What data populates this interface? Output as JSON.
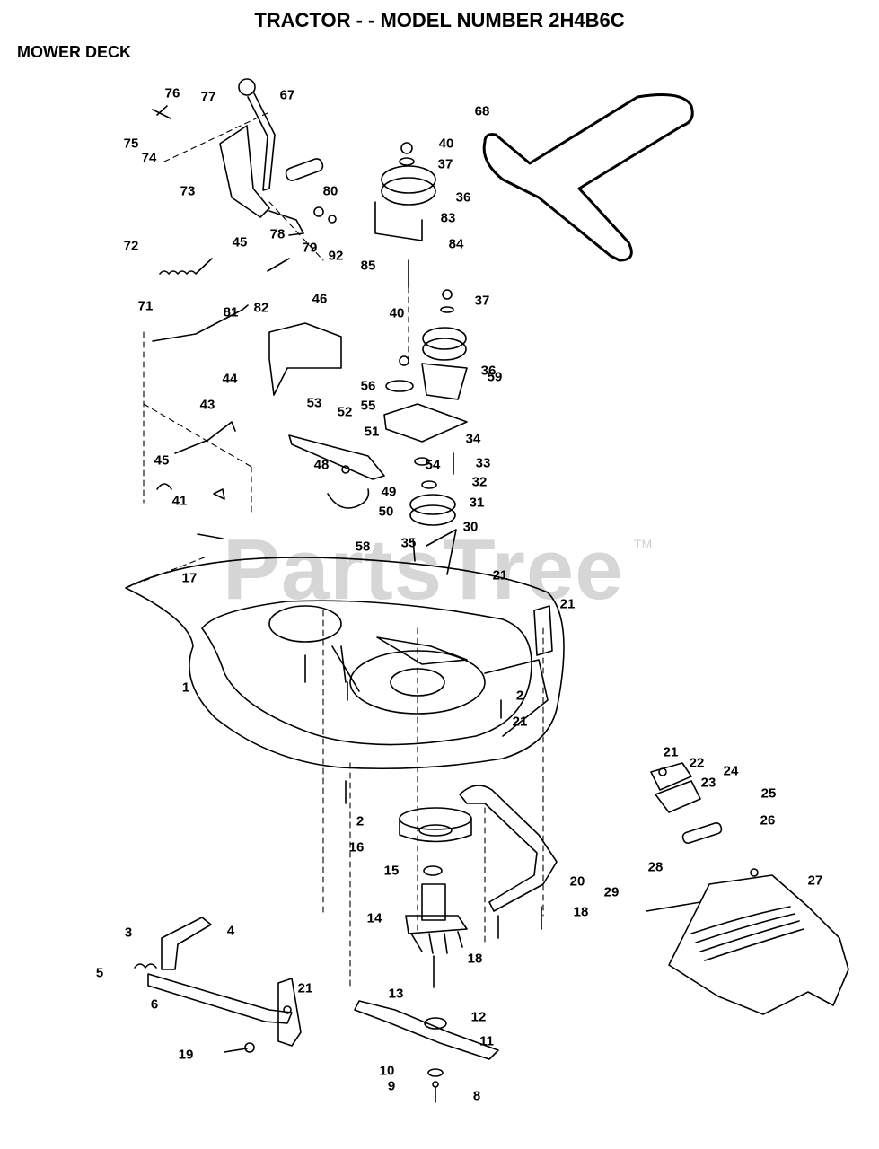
{
  "header": {
    "title": "TRACTOR - - MODEL NUMBER 2H4B6C",
    "section": "MOWER DECK"
  },
  "watermark": {
    "text": "PartsTree",
    "tm": "TM"
  },
  "callouts": [
    {
      "id": "76",
      "label": "76"
    },
    {
      "id": "67",
      "label": "67"
    },
    {
      "id": "77",
      "label": "77"
    },
    {
      "id": "75",
      "label": "75"
    },
    {
      "id": "74",
      "label": "74"
    },
    {
      "id": "73",
      "label": "73"
    },
    {
      "id": "80",
      "label": "80"
    },
    {
      "id": "78",
      "label": "78"
    },
    {
      "id": "79",
      "label": "79"
    },
    {
      "id": "92",
      "label": "92"
    },
    {
      "id": "72",
      "label": "72"
    },
    {
      "id": "45a",
      "label": "45"
    },
    {
      "id": "81",
      "label": "81"
    },
    {
      "id": "82",
      "label": "82"
    },
    {
      "id": "71",
      "label": "71"
    },
    {
      "id": "46",
      "label": "46"
    },
    {
      "id": "44",
      "label": "44"
    },
    {
      "id": "43",
      "label": "43"
    },
    {
      "id": "45b",
      "label": "45"
    },
    {
      "id": "41",
      "label": "41"
    },
    {
      "id": "68",
      "label": "68"
    },
    {
      "id": "40a",
      "label": "40"
    },
    {
      "id": "37a",
      "label": "37"
    },
    {
      "id": "36a",
      "label": "36"
    },
    {
      "id": "83",
      "label": "83"
    },
    {
      "id": "84",
      "label": "84"
    },
    {
      "id": "85",
      "label": "85"
    },
    {
      "id": "40b",
      "label": "40"
    },
    {
      "id": "37b",
      "label": "37"
    },
    {
      "id": "36b",
      "label": "36"
    },
    {
      "id": "56",
      "label": "56"
    },
    {
      "id": "59",
      "label": "59"
    },
    {
      "id": "53",
      "label": "53"
    },
    {
      "id": "52",
      "label": "52"
    },
    {
      "id": "55",
      "label": "55"
    },
    {
      "id": "51",
      "label": "51"
    },
    {
      "id": "34",
      "label": "34"
    },
    {
      "id": "48",
      "label": "48"
    },
    {
      "id": "54",
      "label": "54"
    },
    {
      "id": "33",
      "label": "33"
    },
    {
      "id": "49",
      "label": "49"
    },
    {
      "id": "32",
      "label": "32"
    },
    {
      "id": "50",
      "label": "50"
    },
    {
      "id": "31",
      "label": "31"
    },
    {
      "id": "30",
      "label": "30"
    },
    {
      "id": "58",
      "label": "58"
    },
    {
      "id": "35",
      "label": "35"
    },
    {
      "id": "21a",
      "label": "21"
    },
    {
      "id": "21b",
      "label": "21"
    },
    {
      "id": "17",
      "label": "17"
    },
    {
      "id": "1",
      "label": "1"
    },
    {
      "id": "2a",
      "label": "2"
    },
    {
      "id": "21c",
      "label": "21"
    },
    {
      "id": "2b",
      "label": "2"
    },
    {
      "id": "16",
      "label": "16"
    },
    {
      "id": "21d",
      "label": "21"
    },
    {
      "id": "22",
      "label": "22"
    },
    {
      "id": "23",
      "label": "23"
    },
    {
      "id": "24",
      "label": "24"
    },
    {
      "id": "25",
      "label": "25"
    },
    {
      "id": "26",
      "label": "26"
    },
    {
      "id": "28",
      "label": "28"
    },
    {
      "id": "27",
      "label": "27"
    },
    {
      "id": "29",
      "label": "29"
    },
    {
      "id": "15",
      "label": "15"
    },
    {
      "id": "20",
      "label": "20"
    },
    {
      "id": "14",
      "label": "14"
    },
    {
      "id": "18a",
      "label": "18"
    },
    {
      "id": "18b",
      "label": "18"
    },
    {
      "id": "3",
      "label": "3"
    },
    {
      "id": "4",
      "label": "4"
    },
    {
      "id": "5",
      "label": "5"
    },
    {
      "id": "6",
      "label": "6"
    },
    {
      "id": "21e",
      "label": "21"
    },
    {
      "id": "13",
      "label": "13"
    },
    {
      "id": "12",
      "label": "12"
    },
    {
      "id": "19",
      "label": "19"
    },
    {
      "id": "11",
      "label": "11"
    },
    {
      "id": "10",
      "label": "10"
    },
    {
      "id": "9",
      "label": "9"
    },
    {
      "id": "8",
      "label": "8"
    }
  ]
}
